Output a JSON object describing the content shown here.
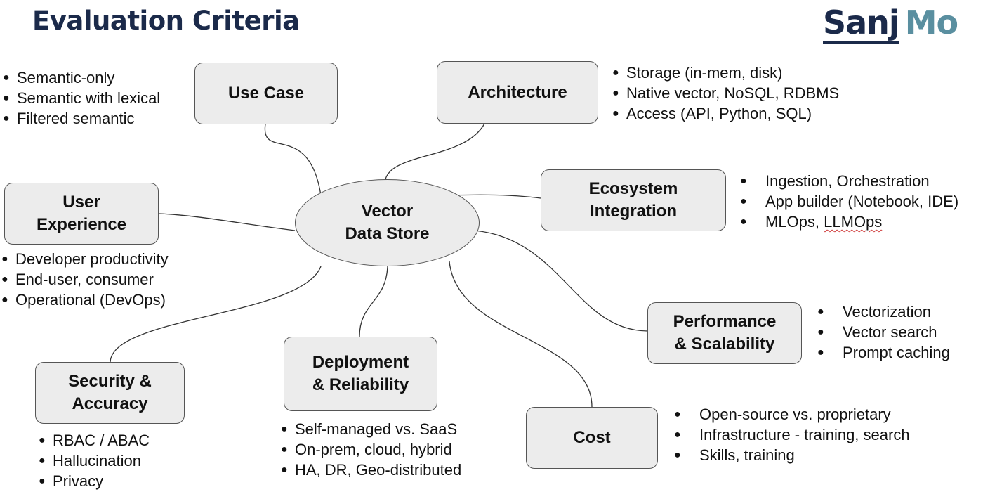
{
  "header": {
    "title": "Evaluation Criteria",
    "logo_part1": "Sanj",
    "logo_part2": "Mo"
  },
  "hub": {
    "label": "Vector\nData Store"
  },
  "nodes": {
    "use_case": {
      "label": "Use Case",
      "items": [
        "Semantic-only",
        "Semantic with lexical",
        "Filtered semantic"
      ]
    },
    "architecture": {
      "label": "Architecture",
      "items": [
        "Storage (in-mem, disk)",
        "Native vector, NoSQL, RDBMS",
        "Access (API, Python, SQL)"
      ]
    },
    "ecosystem": {
      "label": "Ecosystem\nIntegration",
      "items": [
        "Ingestion, Orchestration",
        "App builder (Notebook, IDE)",
        "MLOps, ",
        "LLMOps"
      ]
    },
    "user_experience": {
      "label": "User\nExperience",
      "items": [
        "Developer productivity",
        "End-user, consumer",
        "Operational (DevOps)"
      ]
    },
    "performance": {
      "label": "Performance\n& Scalability",
      "items": [
        "Vectorization",
        "Vector search",
        "Prompt caching"
      ]
    },
    "security": {
      "label": "Security &\nAccuracy",
      "items": [
        "RBAC / ABAC",
        "Hallucination",
        "Privacy"
      ]
    },
    "deployment": {
      "label": "Deployment\n& Reliability",
      "items": [
        "Self-managed vs. SaaS",
        "On-prem, cloud, hybrid",
        "HA, DR, Geo-distributed"
      ]
    },
    "cost": {
      "label": "Cost",
      "items": [
        "Open-source vs. proprietary",
        "Infrastructure - training, search",
        "Skills, training"
      ]
    }
  }
}
